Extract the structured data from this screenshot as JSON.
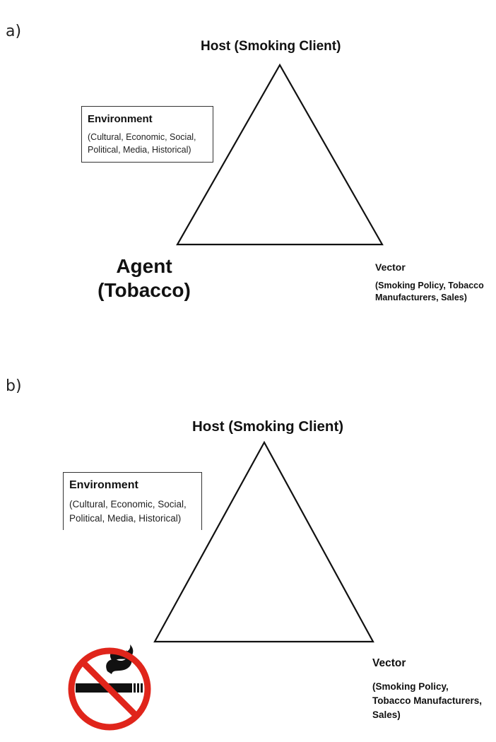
{
  "panel_a": {
    "label": "a)",
    "host": "Host (Smoking Client)",
    "environment": {
      "title": "Environment",
      "line1": "(Cultural, Economic, Social,",
      "line2": "Political, Media, Historical)"
    },
    "agent": {
      "line1": "Agent",
      "line2": "(Tobacco)"
    },
    "vector": {
      "title": "Vector",
      "line1": "(Smoking Policy, Tobacco",
      "line2": "Manufacturers, Sales)"
    }
  },
  "panel_b": {
    "label": "b)",
    "host": "Host (Smoking Client)",
    "environment": {
      "title": "Environment",
      "line1": "(Cultural, Economic, Social,",
      "line2": "Political, Media, Historical)"
    },
    "no_smoking_icon": "no-smoking-icon",
    "vector": {
      "title": "Vector",
      "line1": "(Smoking Policy,",
      "line2": "Tobacco Manufacturers,",
      "line3": "Sales)"
    }
  },
  "colors": {
    "line": "#111111",
    "prohibition_red": "#e0251b",
    "cigarette": "#111111"
  }
}
